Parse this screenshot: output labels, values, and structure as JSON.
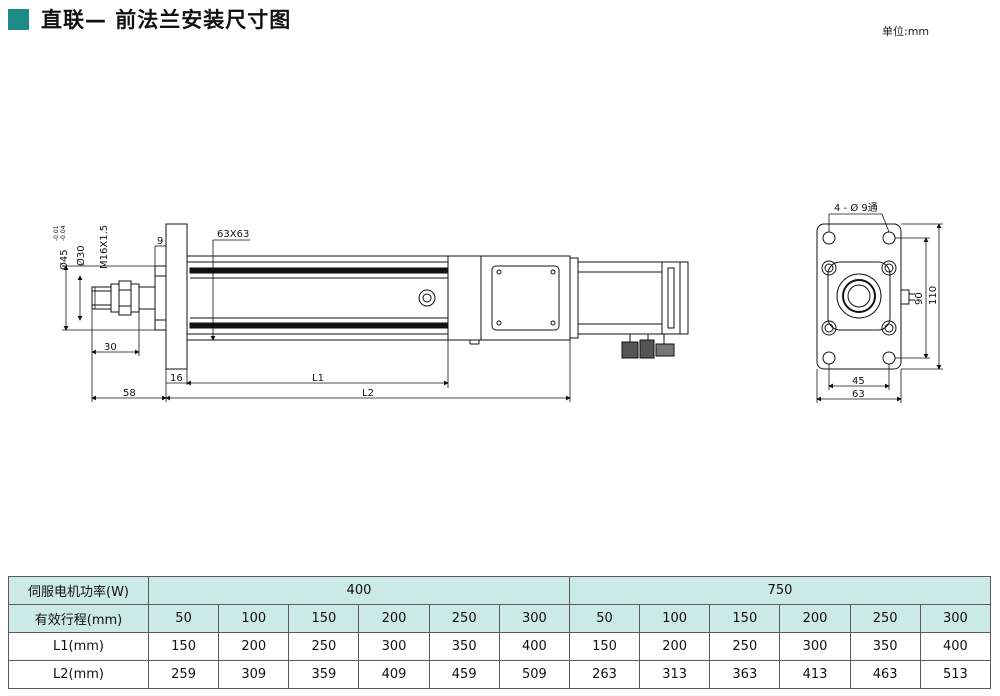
{
  "title": "直联— 前法兰安装尺寸图",
  "unit_note": "单位:mm",
  "drawing": {
    "dim_flange_dia": "Ø45",
    "tol_upper": "-0.01",
    "tol_lower": "-0.04",
    "dim_shaft_dia": "Ø30",
    "dim_thread": "M16X1.5",
    "dim_nine": "9",
    "dim_profile": "63X63",
    "dim_thirty": "30",
    "dim_sixteen": "16",
    "dim_L1": "L1",
    "dim_fiftyeight": "58",
    "dim_L2": "L2",
    "dim_holes": "4 - Ø 9通",
    "dim_ninety": "90",
    "dim_onetenA": "110",
    "dim_fortyfive": "45",
    "dim_sixtythree": "63"
  },
  "table": {
    "header_power": "伺服电机功率(W)",
    "power_groups": [
      "400",
      "750"
    ],
    "header_stroke": "有效行程(mm)",
    "strokes": [
      "50",
      "100",
      "150",
      "200",
      "250",
      "300",
      "50",
      "100",
      "150",
      "200",
      "250",
      "300"
    ],
    "label_L1": "L1(mm)",
    "L1": [
      "150",
      "200",
      "250",
      "300",
      "350",
      "400",
      "150",
      "200",
      "250",
      "300",
      "350",
      "400"
    ],
    "label_L2": "L2(mm)",
    "L2": [
      "259",
      "309",
      "359",
      "409",
      "459",
      "509",
      "263",
      "313",
      "363",
      "413",
      "463",
      "513"
    ]
  },
  "colors": {
    "accent": "#1e8a86",
    "table_header": "#cbe9e6"
  }
}
